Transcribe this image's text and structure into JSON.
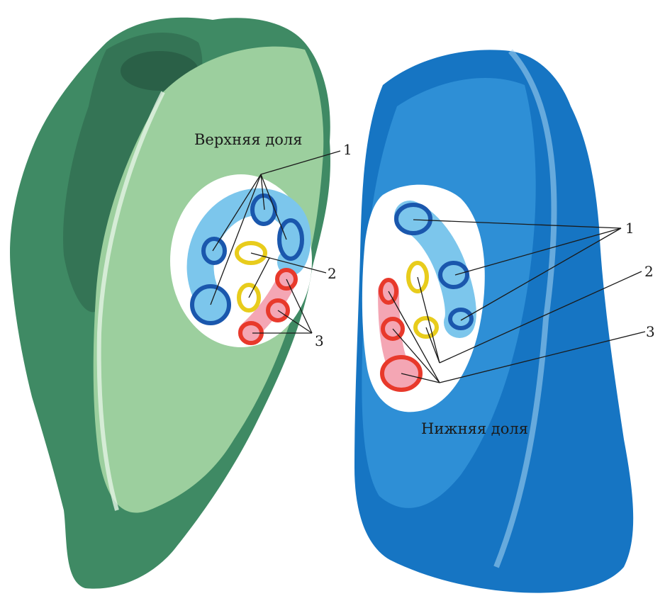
{
  "labels": {
    "upper_lobe": "Верхняя доля",
    "lower_lobe": "Нижняя доля"
  },
  "callouts": {
    "left": {
      "one": "1",
      "two": "2",
      "three": "3"
    },
    "right": {
      "one": "1",
      "two": "2",
      "three": "3"
    }
  },
  "colors": {
    "upper_lobe_outer": "#3f8a64",
    "upper_lobe_dark": "#2b6249",
    "upper_lobe_cut": "#9ccf9e",
    "lower_lobe_outer": "#1675c3",
    "lower_lobe_cut": "#2e8fd6",
    "hilum": "#ffffff",
    "bronchus_fill": "#7cc6ec",
    "bronchus_ring": "#1a57ad",
    "vein_ring": "#e8cc1c",
    "artery_ring": "#e8392b",
    "artery_fill": "#f4a6b4"
  },
  "legend_meaning": null
}
